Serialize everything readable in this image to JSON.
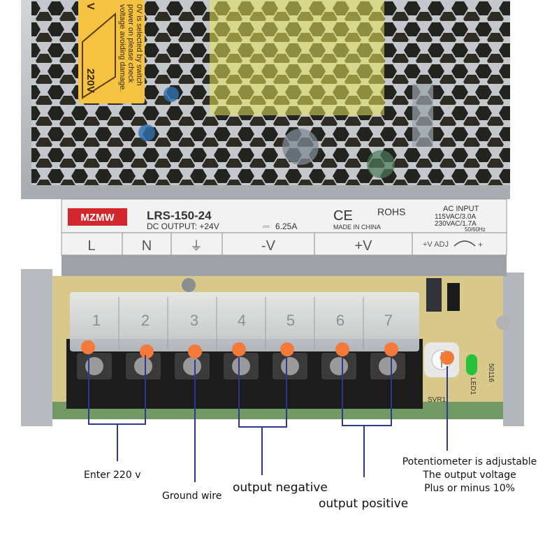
{
  "product": {
    "brand": "MZMW",
    "model": "LRS-150-24",
    "dc_output": "DC OUTPUT: +24V",
    "dc_symbol": "⎓",
    "dc_current": "6.25A",
    "ce_mark": "CE",
    "rohs": "ROHS",
    "made_in": "MADE IN CHINA",
    "ac_input_title": "AC INPUT",
    "ac_input_115": "115VAC/3.0A",
    "ac_input_230": "230VAC/1.7A",
    "ac_freq": "50/60Hz",
    "warning_lines": [
      "0V is selected by switch",
      "power on please check",
      "voltage avoiding damage."
    ],
    "switch_label": "220V",
    "switch_label_top": "V"
  },
  "terminal_labels": [
    "L",
    "N",
    "⏚",
    "-V",
    "+V"
  ],
  "adj_label": "+V ADJ",
  "adj_plus": "+",
  "terminal_numbers": [
    "1",
    "2",
    "3",
    "4",
    "5",
    "6",
    "7"
  ],
  "pcb_labels": {
    "svr": "SVR1",
    "led": "LED1",
    "code": "50116"
  },
  "annotations": {
    "input": "Enter 220 v",
    "ground": "Ground wire",
    "negative": "output negative",
    "positive": "output positive",
    "potentiometer": [
      "Potentiometer is adjustable",
      "The output voltage",
      "Plus or minus 10%"
    ]
  },
  "colors": {
    "casing": "#b9bdc2",
    "label_bg": "#f2f2f2",
    "brand_red": "#d2282d",
    "terminal_black": "#1c1c1c",
    "marker_orange": "#f47a3a",
    "pcb": "#d8c98a",
    "warning_yellow": "#f5c242",
    "led_green": "#27c23a",
    "leader_line": "#2b3a8f"
  }
}
